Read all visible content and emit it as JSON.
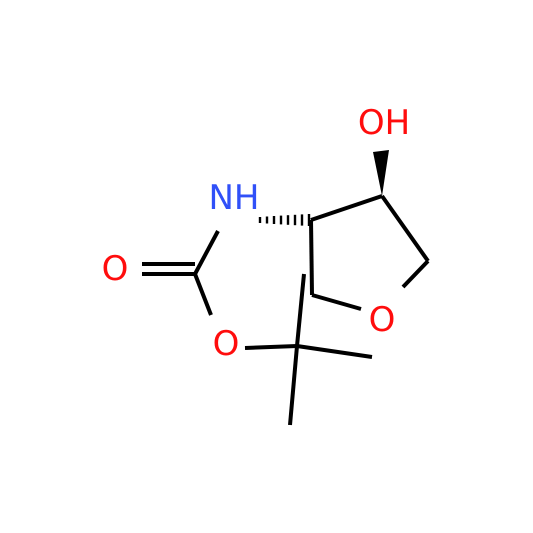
{
  "colors": {
    "background": "#ffffff",
    "bond": "#000000",
    "oxygen": "#ff0d0d",
    "nitrogen": "#3050f8"
  },
  "atoms": {
    "hydroxyl": "OH",
    "amide_nitrogen": "NH",
    "carbonyl_oxygen": "O",
    "ester_oxygen": "O",
    "ring_oxygen": "O"
  }
}
